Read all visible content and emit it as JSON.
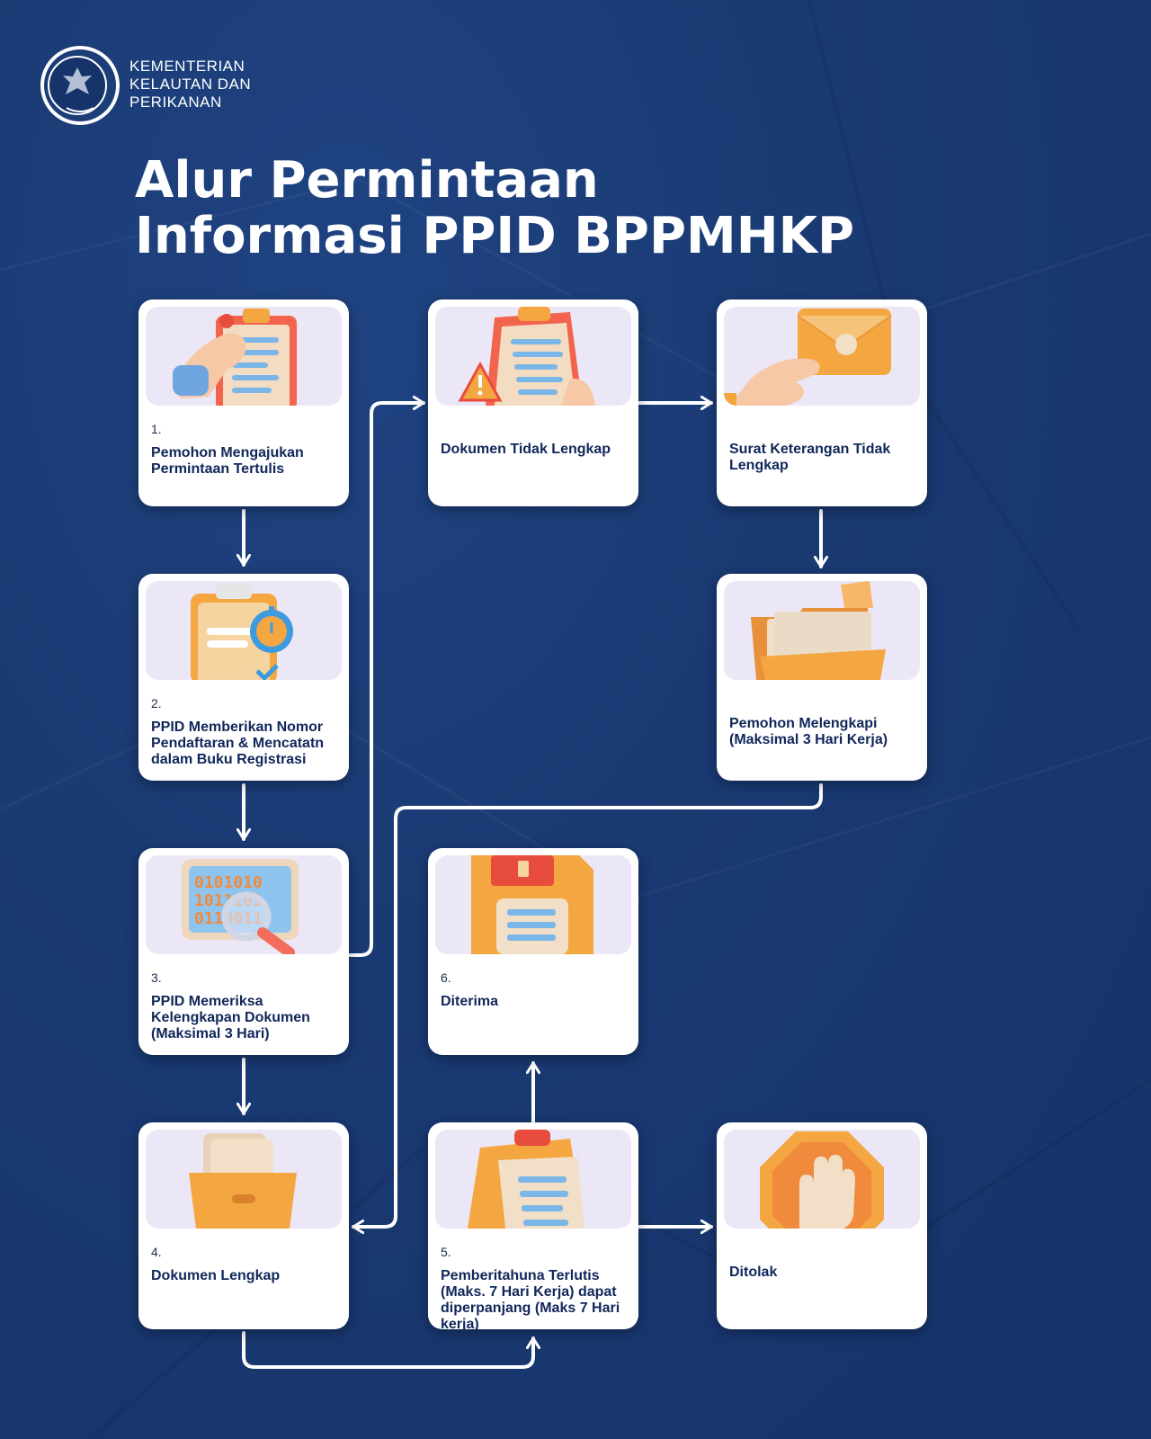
{
  "organization": {
    "line1": "KEMENTERIAN",
    "line2": "KELAUTAN DAN",
    "line3": "PERIKANAN"
  },
  "title": {
    "line1": "Alur Permintaan",
    "line2": "Informasi PPID BPPMHKP"
  },
  "steps": [
    {
      "number": "1.",
      "label": "Pemohon Mengajukan Permintaan Tertulis",
      "icon": "clipboard-hand-icon"
    },
    {
      "number": "2.",
      "label": "PPID Memberikan Nomor Pendaftaran & Mencatatn dalam Buku Registrasi",
      "icon": "clipboard-stopwatch-icon"
    },
    {
      "number": "3.",
      "label": "PPID Memeriksa Kelengkapan Dokumen (Maksimal 3 Hari)",
      "icon": "monitor-magnifier-icon"
    },
    {
      "number": "4.",
      "label": "Dokumen Lengkap",
      "icon": "file-box-icon"
    },
    {
      "number": "5.",
      "label": "Pemberitahuna Terlutis (Maks. 7 Hari Kerja) dapat diperpanjang (Maks 7 Hari kerja)",
      "icon": "clipboard-icon"
    },
    {
      "number": "6.",
      "label": "Diterima",
      "icon": "floppy-disk-icon"
    }
  ],
  "branches": {
    "incomplete": {
      "label": "Dokumen Tidak Lengkap",
      "icon": "clipboard-warning-icon"
    },
    "incomplete_letter": {
      "label": "Surat Keterangan Tidak Lengkap",
      "icon": "envelope-hand-icon"
    },
    "complete_docs": {
      "label": "Pemohon Melengkapi (Maksimal 3 Hari Kerja)",
      "icon": "folder-icon"
    },
    "rejected": {
      "label": "Ditolak",
      "icon": "stop-hand-icon"
    }
  },
  "colors": {
    "background": "#1a3a73",
    "card": "#ffffff",
    "card_image_bg": "#ece7f6",
    "accent_orange": "#f4a640",
    "text_dark": "#10275a"
  }
}
